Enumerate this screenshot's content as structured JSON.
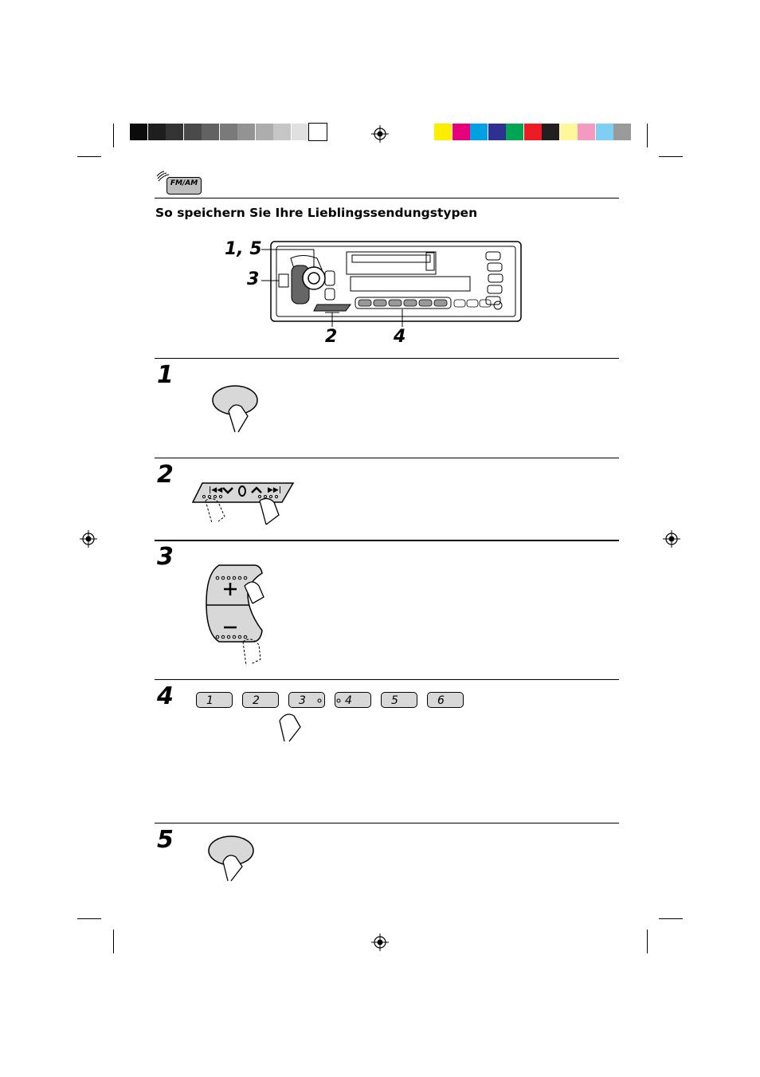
{
  "section_heading": "So speichern Sie Ihre Lieblingssendungstypen",
  "source_icon_label": "FM/AM",
  "diagram_callouts": {
    "c15": "1, 5",
    "c3": "3",
    "c2": "2",
    "c4": "4"
  },
  "steps": [
    {
      "number": "1"
    },
    {
      "number": "2"
    },
    {
      "number": "3"
    },
    {
      "number": "4"
    },
    {
      "number": "5"
    }
  ],
  "preset_buttons": [
    "1",
    "2",
    "3",
    "4",
    "5",
    "6"
  ],
  "colors": {
    "grayscale_bar": [
      "#0b0b0b",
      "#1e1e1e",
      "#333333",
      "#4a4a4a",
      "#626262",
      "#7a7a7a",
      "#939393",
      "#adadad",
      "#c6c6c6",
      "#e0e0e0",
      "#ffffff"
    ],
    "color_bar": [
      "#ffed00",
      "#e6007e",
      "#00a0e3",
      "#2e3192",
      "#00a651",
      "#ed1c24",
      "#231f20",
      "#fff799",
      "#f49ac1",
      "#7fcef4",
      "#9a9a9a"
    ],
    "button_fill": "#d8d8d8"
  }
}
